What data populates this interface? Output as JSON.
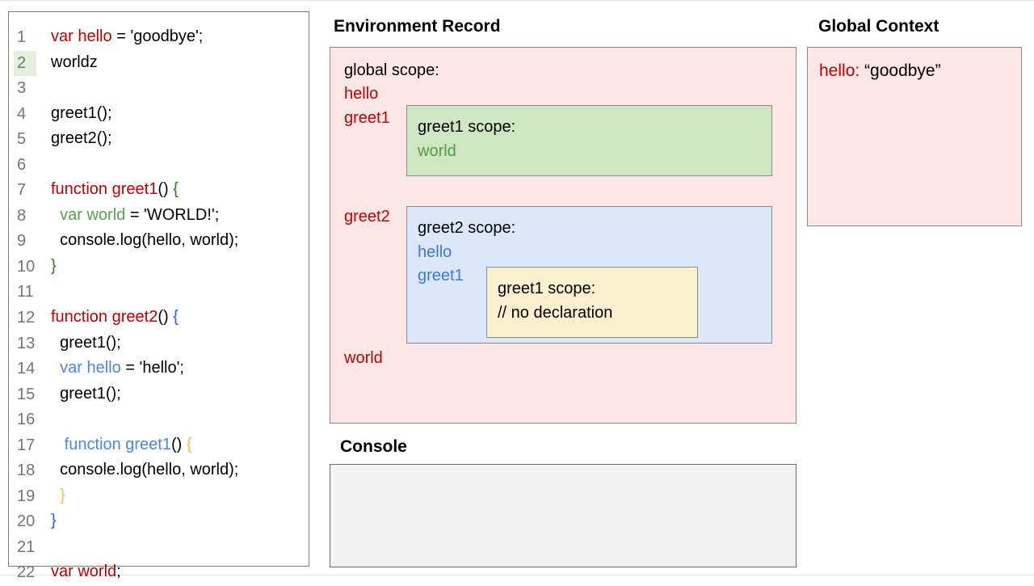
{
  "colors": {
    "red": "#c00000",
    "black": "#000000",
    "green_kw": "#55a24e",
    "green_brace": "#38761d",
    "blue_kw": "#4a86e8",
    "blue_brace": "#2b5ed6",
    "yellow_brace": "#f1c232",
    "line_number": "#757575",
    "line2_highlight": "#e4efdc",
    "pink_fill": "#fce6e6",
    "green_fill": "#cfe6c3",
    "blue_fill": "#dae8f9",
    "yellow_fill": "#fbf0cd",
    "console_fill": "#f2f2f2",
    "env_green": "#4f9d44",
    "env_blue": "#3d79d8"
  },
  "code_panel": {
    "lines": [
      {
        "n": "1",
        "highlight": false,
        "tokens": [
          {
            "t": "var hello",
            "c": "red"
          },
          {
            "t": " = 'goodbye';",
            "c": "black"
          }
        ]
      },
      {
        "n": "2",
        "highlight": true,
        "tokens": [
          {
            "t": "worldz",
            "c": "black"
          }
        ]
      },
      {
        "n": "3",
        "highlight": false,
        "tokens": []
      },
      {
        "n": "4",
        "highlight": false,
        "tokens": [
          {
            "t": "greet1();",
            "c": "black"
          }
        ]
      },
      {
        "n": "5",
        "highlight": false,
        "tokens": [
          {
            "t": "greet2();",
            "c": "black"
          }
        ]
      },
      {
        "n": "6",
        "highlight": false,
        "tokens": []
      },
      {
        "n": "7",
        "highlight": false,
        "tokens": [
          {
            "t": "function greet1",
            "c": "red"
          },
          {
            "t": "() ",
            "c": "black"
          },
          {
            "t": "{",
            "c": "green_brace"
          }
        ]
      },
      {
        "n": "8",
        "highlight": false,
        "tokens": [
          {
            "t": "  ",
            "c": "black"
          },
          {
            "t": "var world",
            "c": "green_kw"
          },
          {
            "t": " = 'WORLD!';",
            "c": "black"
          }
        ]
      },
      {
        "n": "9",
        "highlight": false,
        "tokens": [
          {
            "t": "  console.log(hello, world);",
            "c": "black"
          }
        ]
      },
      {
        "n": "10",
        "highlight": false,
        "tokens": [
          {
            "t": "}",
            "c": "green_brace"
          }
        ]
      },
      {
        "n": "11",
        "highlight": false,
        "tokens": []
      },
      {
        "n": "12",
        "highlight": false,
        "tokens": [
          {
            "t": "function greet2",
            "c": "red"
          },
          {
            "t": "() ",
            "c": "black"
          },
          {
            "t": "{",
            "c": "blue_brace"
          }
        ]
      },
      {
        "n": "13",
        "highlight": false,
        "tokens": [
          {
            "t": "  greet1();",
            "c": "black"
          }
        ]
      },
      {
        "n": "14",
        "highlight": false,
        "tokens": [
          {
            "t": "  ",
            "c": "black"
          },
          {
            "t": "var hello",
            "c": "blue_kw"
          },
          {
            "t": " = 'hello';",
            "c": "black"
          }
        ]
      },
      {
        "n": "15",
        "highlight": false,
        "tokens": [
          {
            "t": "  greet1();",
            "c": "black"
          }
        ]
      },
      {
        "n": "16",
        "highlight": false,
        "tokens": []
      },
      {
        "n": "17",
        "highlight": false,
        "tokens": [
          {
            "t": "   ",
            "c": "black"
          },
          {
            "t": "function greet1",
            "c": "blue_kw"
          },
          {
            "t": "() ",
            "c": "black"
          },
          {
            "t": "{",
            "c": "yellow_brace"
          }
        ]
      },
      {
        "n": "18",
        "highlight": false,
        "tokens": [
          {
            "t": "  console.log(hello, world);",
            "c": "black"
          }
        ]
      },
      {
        "n": "19",
        "highlight": false,
        "tokens": [
          {
            "t": "  ",
            "c": "black"
          },
          {
            "t": "}",
            "c": "yellow_brace"
          }
        ]
      },
      {
        "n": "20",
        "highlight": false,
        "tokens": [
          {
            "t": "}",
            "c": "blue_brace"
          }
        ]
      },
      {
        "n": "21",
        "highlight": false,
        "tokens": []
      },
      {
        "n": "22",
        "highlight": false,
        "tokens": [
          {
            "t": "var world",
            "c": "red"
          },
          {
            "t": ";",
            "c": "black"
          }
        ]
      }
    ]
  },
  "env": {
    "title": "Environment Record",
    "global_label": "global scope:",
    "m_hello": "hello",
    "m_greet1": "greet1",
    "m_greet2": "greet2",
    "m_world": "world",
    "greet1_scope": {
      "label": "greet1 scope:",
      "member": "world"
    },
    "greet2_scope": {
      "label": "greet2 scope:",
      "m_hello": "hello",
      "m_greet1": "greet1",
      "inner": {
        "label": "greet1 scope:",
        "comment": "// no declaration"
      }
    }
  },
  "global_context": {
    "title": "Global Context",
    "key": "hello:",
    "value": " “goodbye”"
  },
  "console": {
    "title": "Console"
  }
}
